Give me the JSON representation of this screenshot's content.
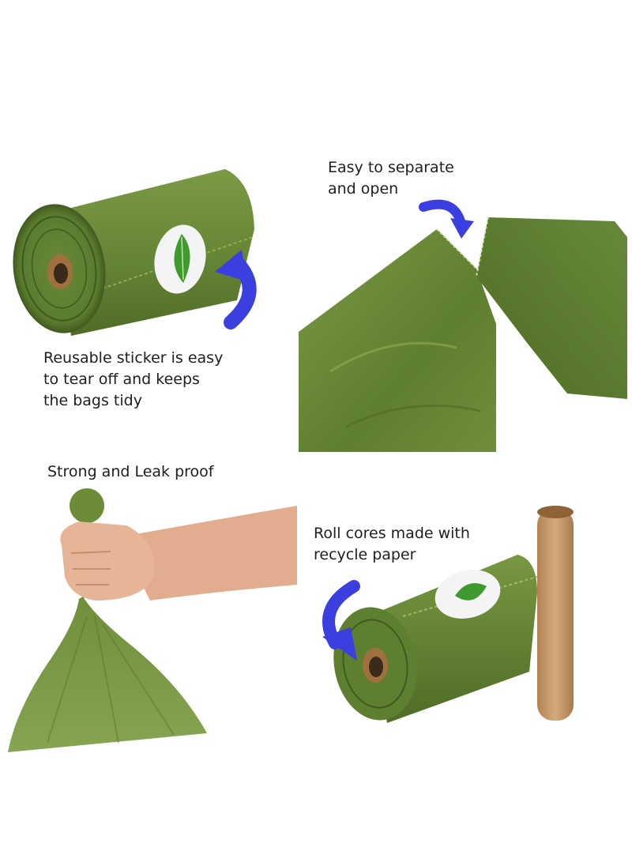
{
  "captions": {
    "sticker": "Reusable sticker is easy\nto tear off and keeps\nthe bags tidy",
    "separate": "Easy to separate\nand open",
    "strong": "Strong and Leak proof",
    "cores": "Roll cores made with\nrecycle paper"
  },
  "colors": {
    "bag_green": "#6b8e3a",
    "bag_dark": "#4e6d25",
    "arrow_blue": "#3b3fe0",
    "core_brown": "#c69b6a"
  }
}
